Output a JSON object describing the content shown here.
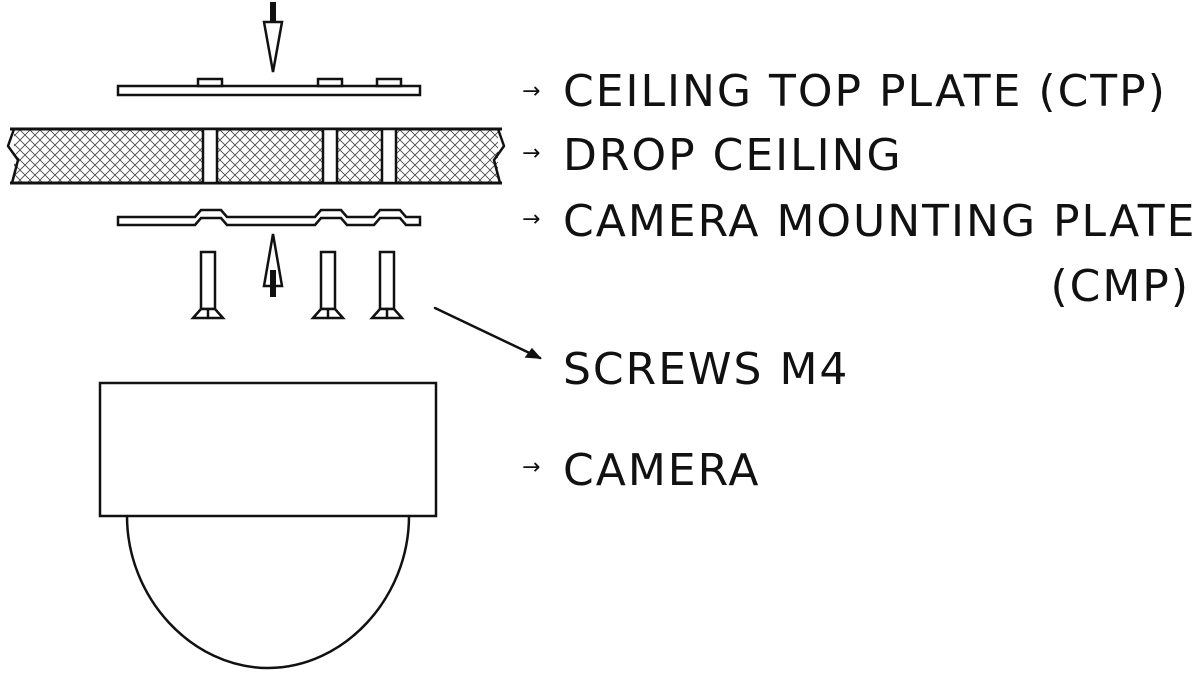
{
  "labels": {
    "ceiling_top_plate": "CEILING TOP PLATE (CTP)",
    "drop_ceiling": "DROP CEILING",
    "camera_mounting_plate_line1": "CAMERA MOUNTING PLATE",
    "camera_mounting_plate_line2": "(CMP)",
    "screws": "SCREWS M4",
    "camera": "CAMERA"
  },
  "pointer_glyph": "→",
  "colors": {
    "ink": "#111111",
    "background": "#ffffff"
  }
}
